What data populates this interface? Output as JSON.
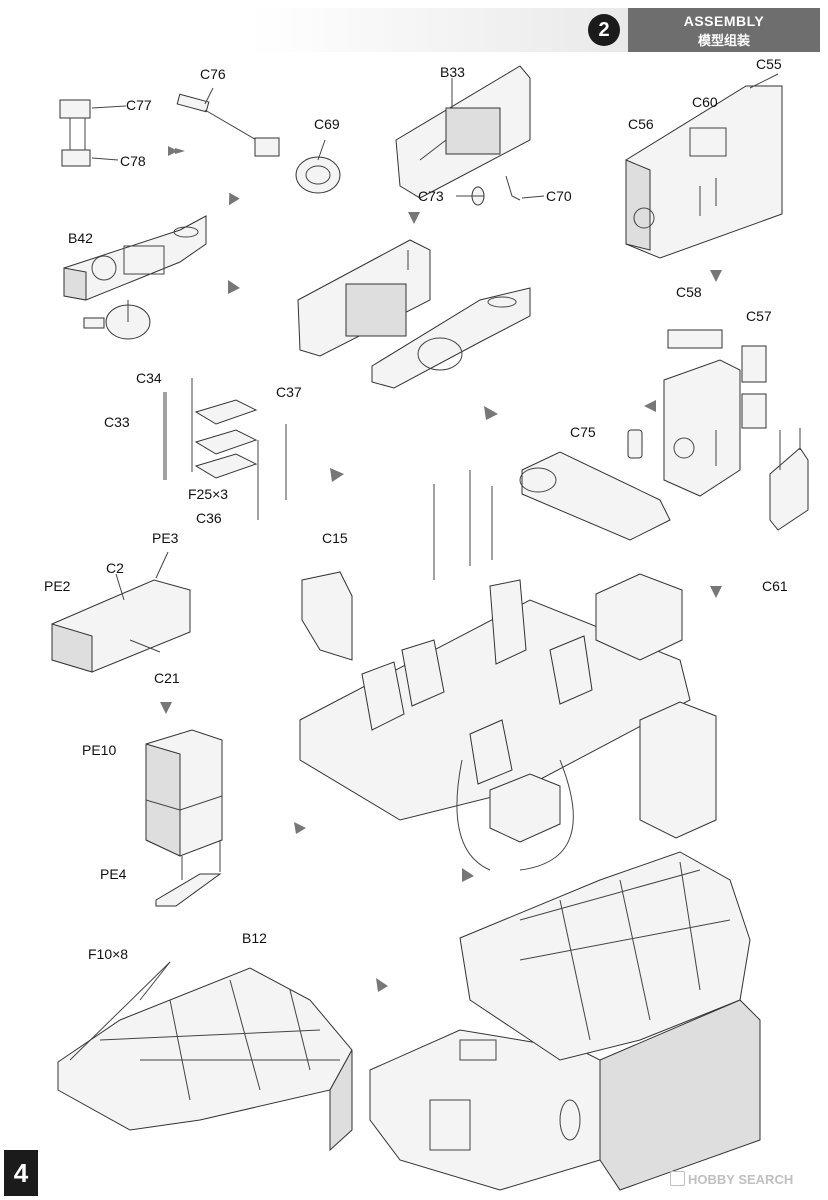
{
  "header": {
    "step_number": "2",
    "title_en": "ASSEMBLY",
    "title_cn": "模型组装"
  },
  "page_number": "4",
  "watermark": "HOBBY SEARCH",
  "labels": {
    "C77": "C77",
    "C78": "C78",
    "C76": "C76",
    "C69": "C69",
    "B33": "B33",
    "C73": "C73",
    "C70": "C70",
    "C55": "C55",
    "C60": "C60",
    "C56": "C56",
    "B42": "B42",
    "C58": "C58",
    "C57": "C57",
    "C75": "C75",
    "C61": "C61",
    "C34": "C34",
    "C37": "C37",
    "C33": "C33",
    "F25x3": "F25×3",
    "C36": "C36",
    "PE3": "PE3",
    "C2": "C2",
    "PE2": "PE2",
    "C21": "C21",
    "C15": "C15",
    "PE10": "PE10",
    "PE4": "PE4",
    "F10x8": "F10×8",
    "B12": "B12"
  },
  "colors": {
    "header_bar": "#6e6e6e",
    "step_circle": "#1b1b1b",
    "arrow": "#777777",
    "line": "#444444"
  }
}
